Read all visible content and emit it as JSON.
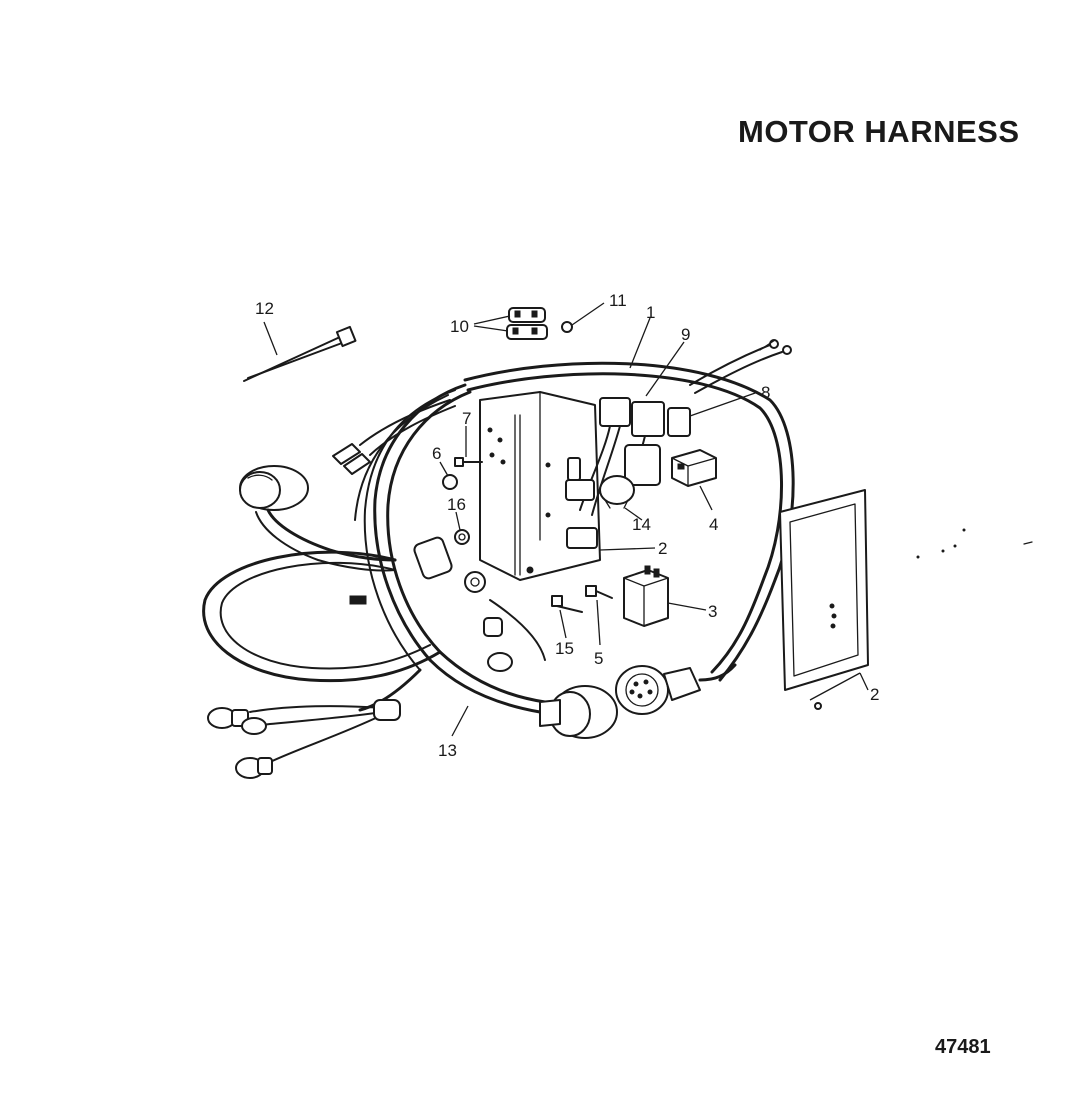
{
  "title": "MOTOR HARNESS",
  "figure_number": "47481",
  "callouts": [
    {
      "id": "c1",
      "label": "1"
    },
    {
      "id": "c2a",
      "label": "2"
    },
    {
      "id": "c2b",
      "label": "2"
    },
    {
      "id": "c3",
      "label": "3"
    },
    {
      "id": "c4",
      "label": "4"
    },
    {
      "id": "c5",
      "label": "5"
    },
    {
      "id": "c6",
      "label": "6"
    },
    {
      "id": "c7",
      "label": "7"
    },
    {
      "id": "c8",
      "label": "8"
    },
    {
      "id": "c9",
      "label": "9"
    },
    {
      "id": "c10",
      "label": "10"
    },
    {
      "id": "c11",
      "label": "11"
    },
    {
      "id": "c12",
      "label": "12"
    },
    {
      "id": "c13",
      "label": "13"
    },
    {
      "id": "c14",
      "label": "14"
    },
    {
      "id": "c15",
      "label": "15"
    },
    {
      "id": "c16",
      "label": "16"
    }
  ]
}
